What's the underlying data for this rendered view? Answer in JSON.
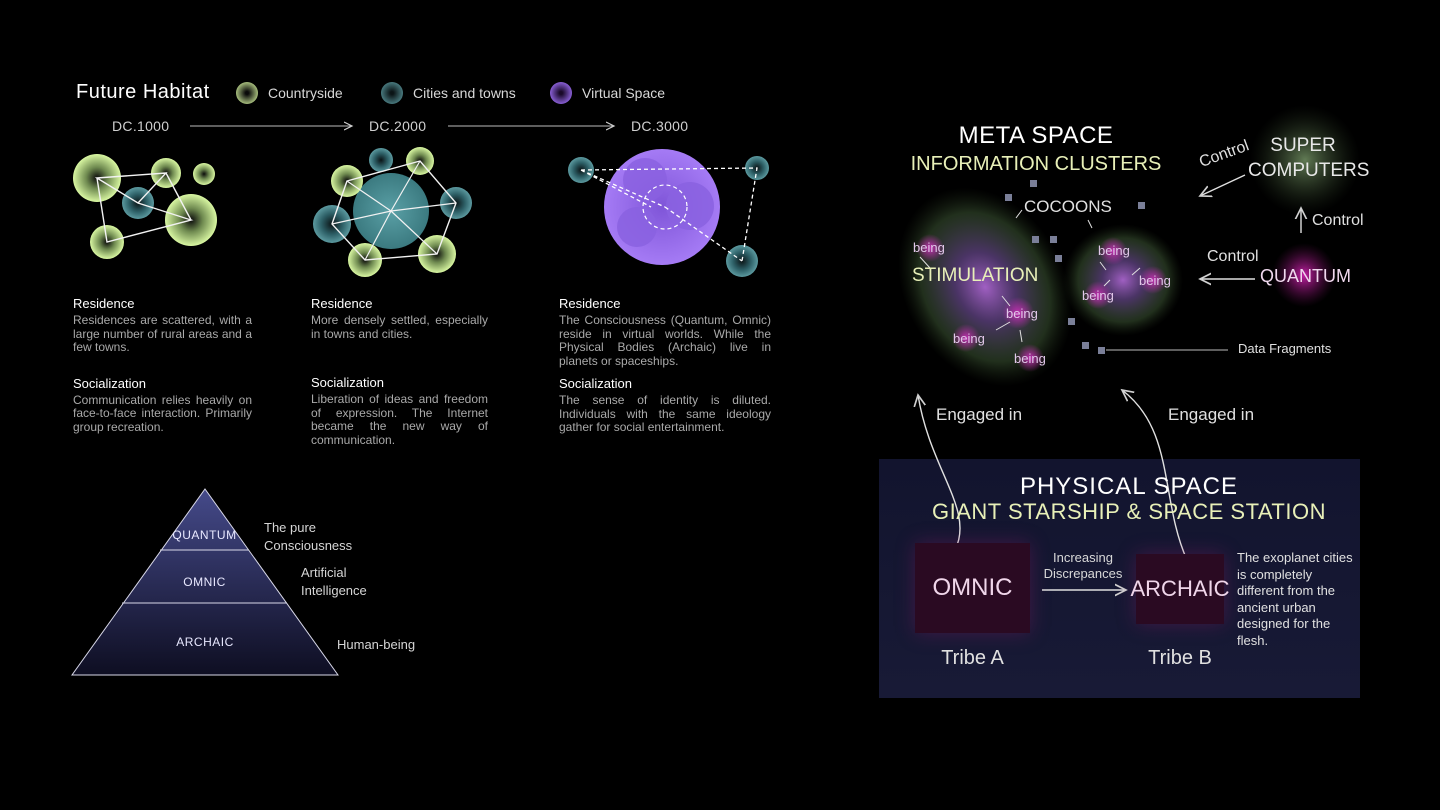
{
  "header": {
    "title": "Future Habitat",
    "legend": [
      {
        "label": "Countryside",
        "color": "#d6f5a0"
      },
      {
        "label": "Cities and towns",
        "color": "#4a8a90"
      },
      {
        "label": "Virtual Space",
        "color": "#9a6cf0"
      }
    ],
    "eras": [
      "DC.1000",
      "DC.2000",
      "DC.3000"
    ]
  },
  "columns": [
    {
      "residence_head": "Residence",
      "residence_text": "Residences are scattered, with a large number of rural areas and a few towns.",
      "social_head": "Socialization",
      "social_text": "Communication relies heavily on face-to-face interaction. Primarily group recreation."
    },
    {
      "residence_head": "Residence",
      "residence_text": "More densely settled, especially in towns and cities.",
      "social_head": "Socialization",
      "social_text": "Liberation of ideas and freedom of expression. The Internet became the new way of communication."
    },
    {
      "residence_head": "Residence",
      "residence_text": "The Consciousness (Quantum, Omnic) reside in virtual worlds. While the Physical Bodies (Archaic) live in planets or spaceships.",
      "social_head": "Socialization",
      "social_text": "The sense of identity is diluted. Individuals with the same ideology gather for social entertainment."
    }
  ],
  "pyramid": {
    "levels": [
      {
        "name": "QUANTUM",
        "desc": "The pure Consciousness"
      },
      {
        "name": "OMNIC",
        "desc": "Artificial Intelligence"
      },
      {
        "name": "ARCHAIC",
        "desc": "Human-being"
      }
    ]
  },
  "meta": {
    "title": "META SPACE",
    "subtitle": "INFORMATION CLUSTERS",
    "cocoons": "COCOONS",
    "stimulation": "STIMULATION",
    "being": "being",
    "super_computers_1": "SUPER",
    "super_computers_2": "COMPUTERS",
    "control": "Control",
    "quantum": "QUANTUM",
    "data_fragments": "Data Fragments",
    "engaged_in": "Engaged in"
  },
  "physical": {
    "title": "PHYSICAL SPACE",
    "subtitle": "GIANT STARSHIP & SPACE STATION",
    "tribe_a_box": "OMNIC",
    "tribe_a_name": "Tribe A",
    "tribe_b_box": "ARCHAIC",
    "tribe_b_name": "Tribe B",
    "discrepancy_1": "Increasing",
    "discrepancy_2": "Discrepances",
    "note": "The exoplanet cities is completely different from the ancient urban designed for the flesh."
  }
}
